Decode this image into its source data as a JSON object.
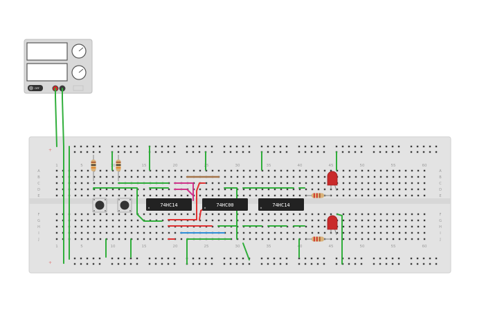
{
  "breadboard": {
    "column_numbers": [
      "1",
      "5",
      "10",
      "15",
      "20",
      "25",
      "30",
      "35",
      "40",
      "45",
      "50",
      "55",
      "60"
    ],
    "row_letters_top": [
      "A",
      "B",
      "C",
      "D",
      "E"
    ],
    "row_letters_bottom": [
      "F",
      "G",
      "H",
      "I",
      "J"
    ],
    "rail_mark_top": "+",
    "rail_mark_bottom": "+"
  },
  "chips": [
    {
      "id": "u1",
      "label": "74HC14"
    },
    {
      "id": "u2",
      "label": "74HC00"
    },
    {
      "id": "u3",
      "label": "74HC14"
    }
  ],
  "power_supply": {
    "switch_label": "OFF"
  },
  "colors": {
    "board": "#e2e2e2",
    "hole": "#3b3b3b",
    "wire_green": "#2fae3a",
    "wire_red": "#e03030",
    "wire_magenta": "#d0338a",
    "wire_blue": "#2f8ed8",
    "wire_brown": "#a5754a",
    "led_red": "#c92a2a",
    "chip": "#222222"
  }
}
